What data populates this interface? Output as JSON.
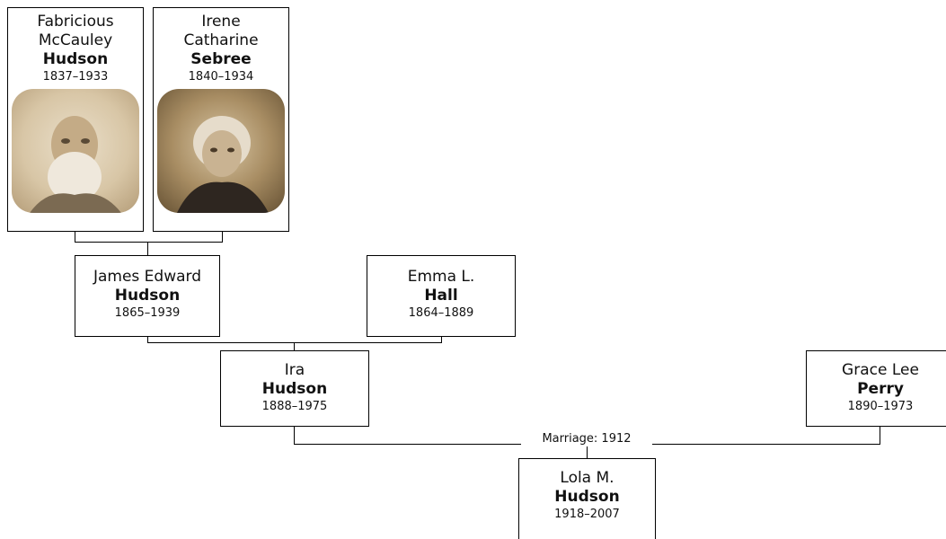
{
  "people": {
    "fabricious": {
      "given": "Fabricious\nMcCauley",
      "surname": "Hudson",
      "dates": "1837–1933"
    },
    "irene": {
      "given": "Irene\nCatharine",
      "surname": "Sebree",
      "dates": "1840–1934"
    },
    "james": {
      "given": "James Edward",
      "surname": "Hudson",
      "dates": "1865–1939"
    },
    "emma": {
      "given": "Emma L.",
      "surname": "Hall",
      "dates": "1864–1889"
    },
    "ira": {
      "given": "Ira",
      "surname": "Hudson",
      "dates": "1888–1975"
    },
    "grace": {
      "given": "Grace Lee",
      "surname": "Perry",
      "dates": "1890–1973"
    },
    "lola": {
      "given": "Lola M.",
      "surname": "Hudson",
      "dates": "1918–2007"
    }
  },
  "marriage": {
    "label": "Marriage: 1912"
  },
  "colors": {
    "line": "#000000",
    "box_border": "#000000",
    "photo_sepia": "#c9b89a"
  }
}
